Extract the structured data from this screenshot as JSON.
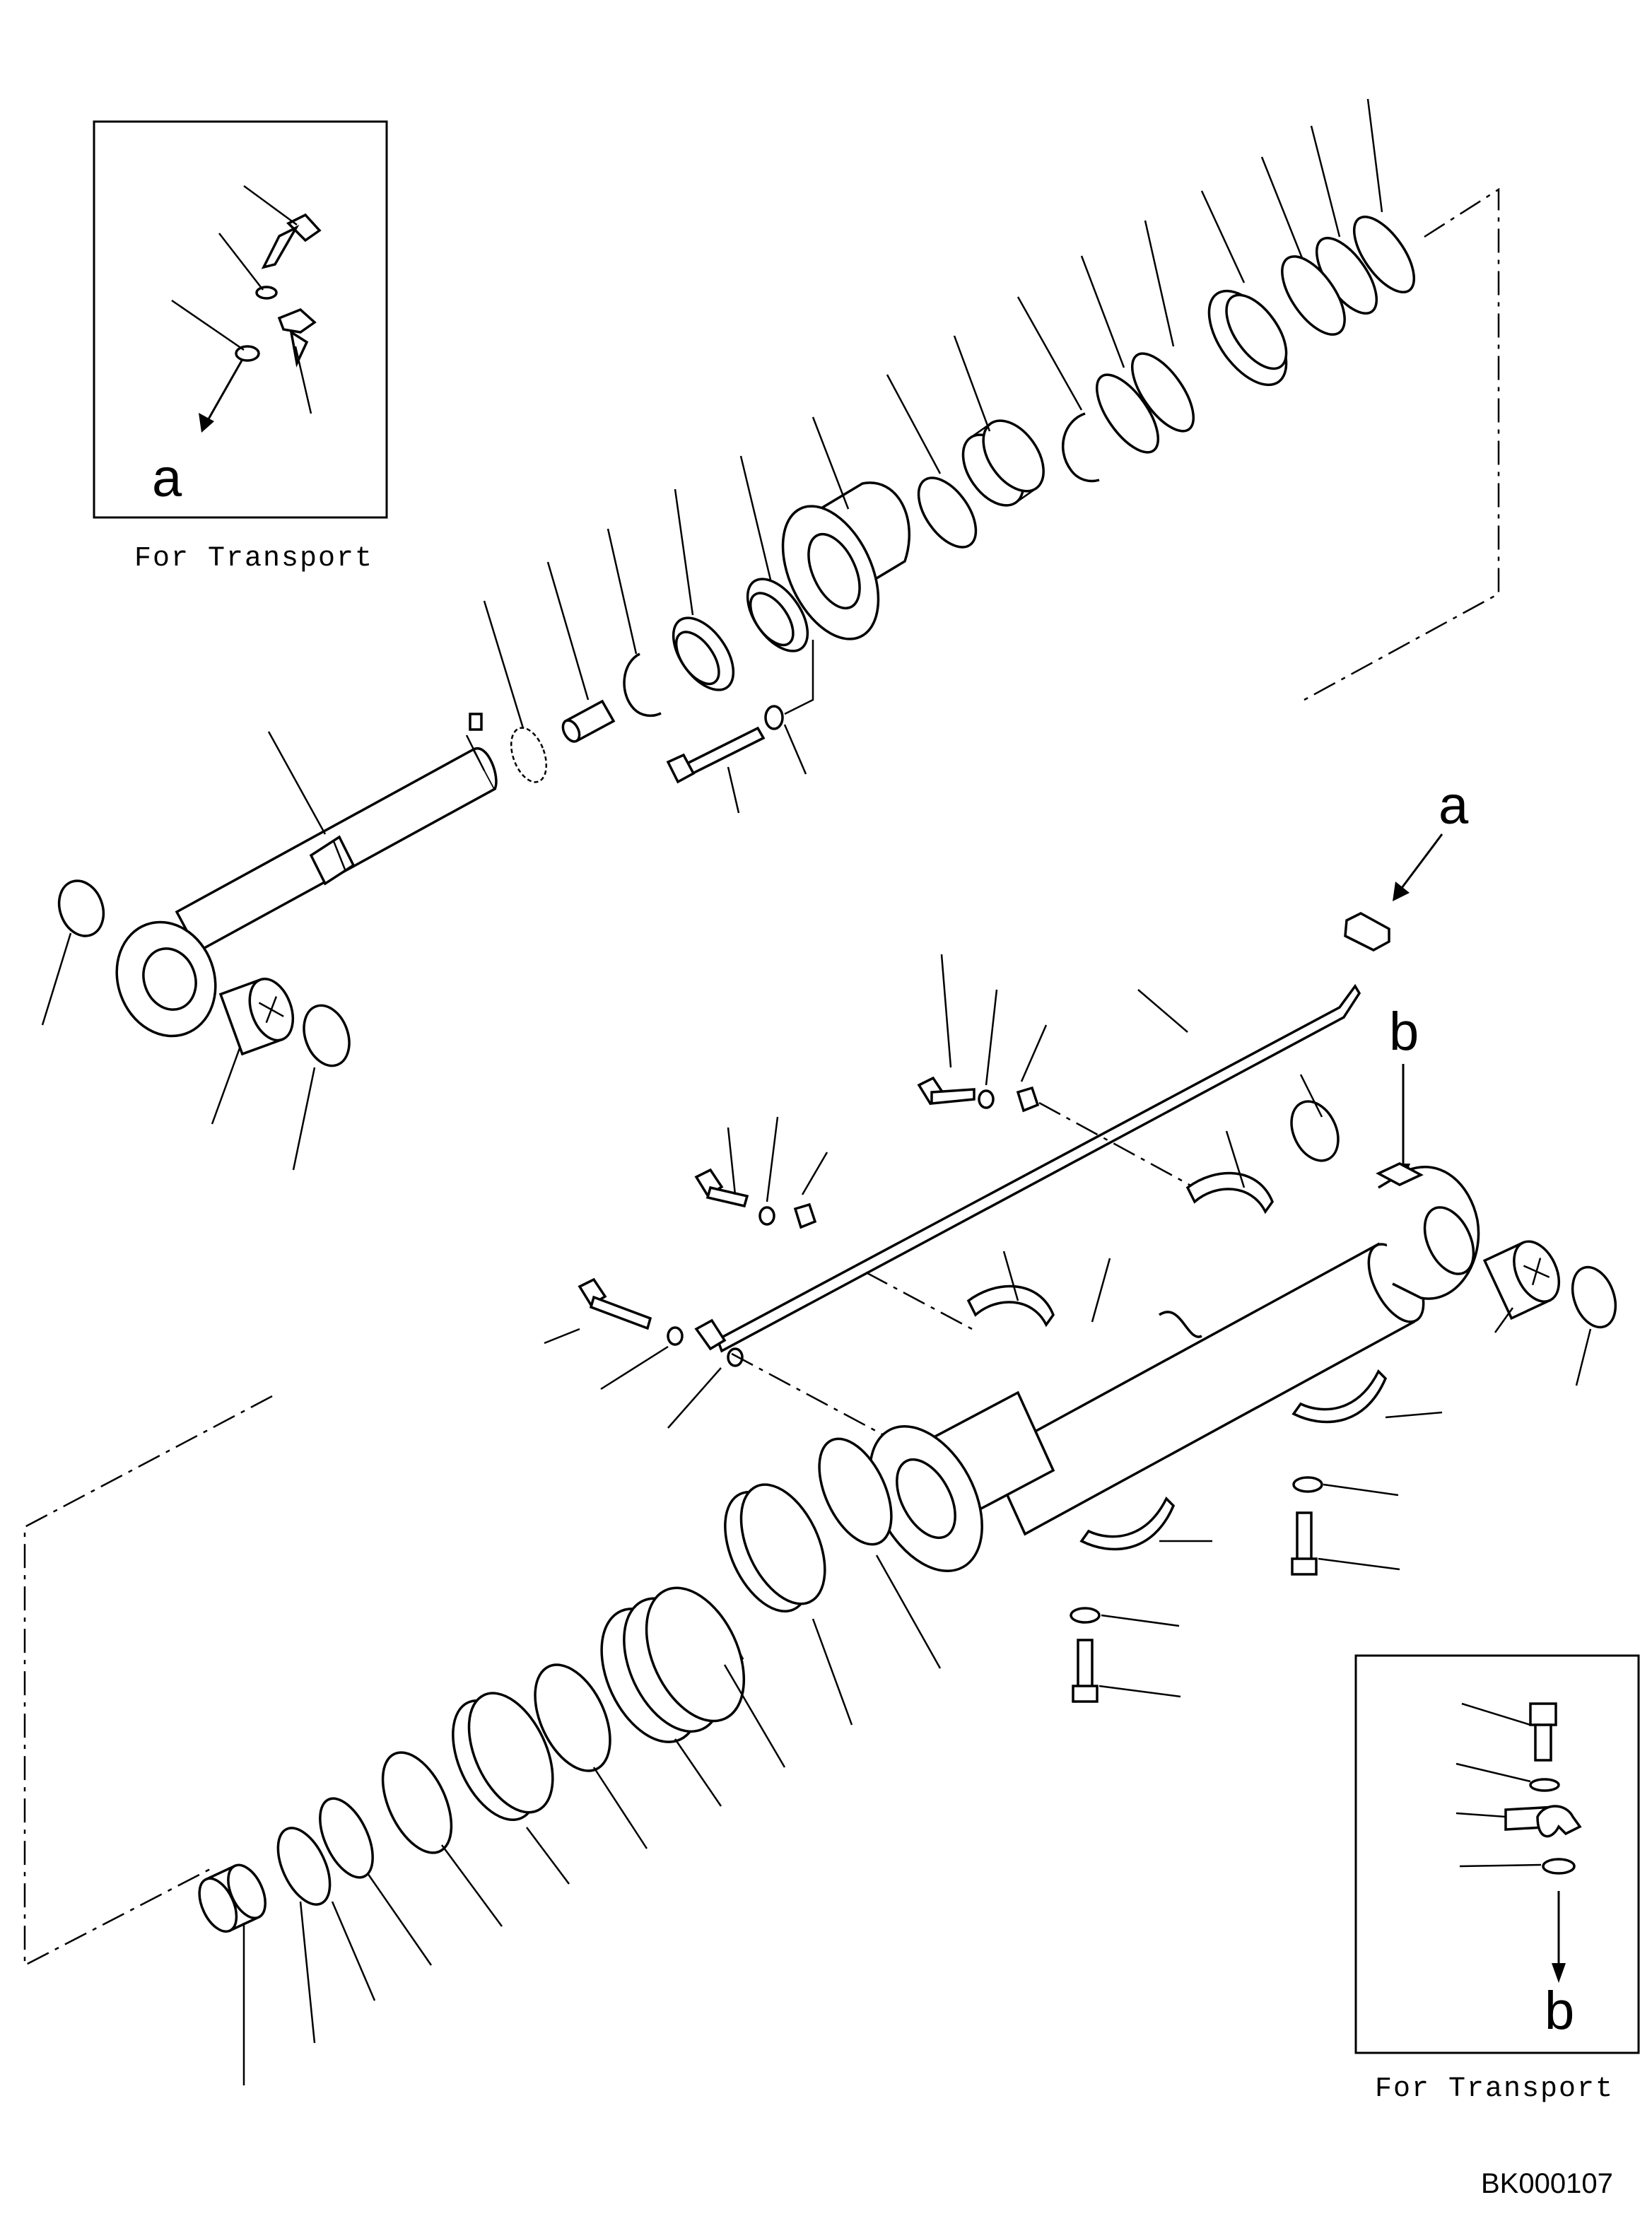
{
  "inset_top": {
    "caption": "For Transport",
    "callout": "a"
  },
  "inset_bottom": {
    "caption": "For Transport",
    "callout": "b"
  },
  "callout_a": "a",
  "callout_b": "b",
  "drawing_code": "BK000107"
}
